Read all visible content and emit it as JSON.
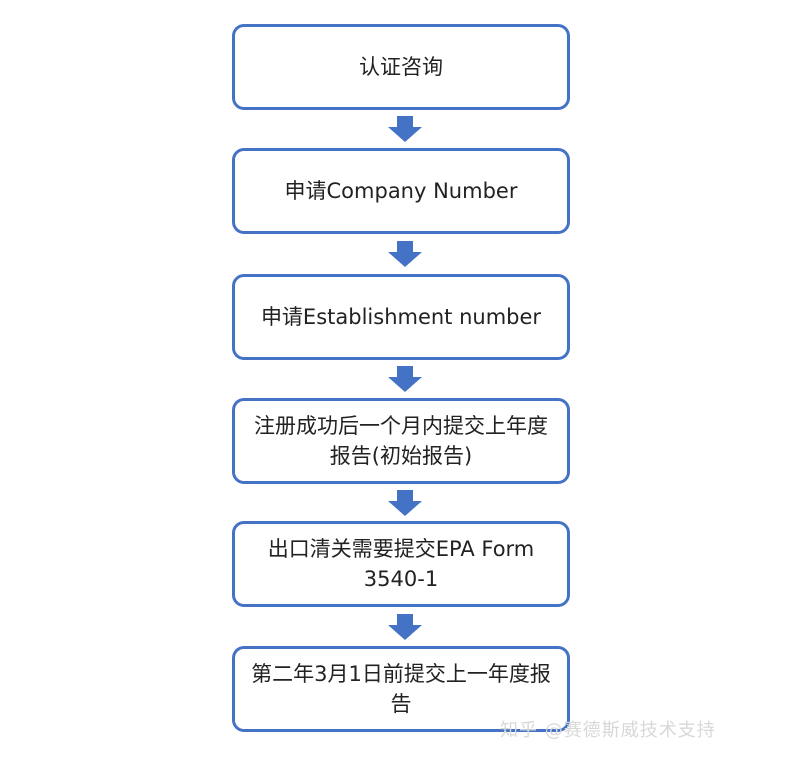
{
  "flow": {
    "steps": [
      {
        "label": "认证咨询"
      },
      {
        "label": "申请Company Number"
      },
      {
        "label": "申请Establishment number"
      },
      {
        "label": "注册成功后一个月内提交上年度报告(初始报告)"
      },
      {
        "label": "出口清关需要提交EPA Form 3540-1"
      },
      {
        "label": "第二年3月1日前提交上一年度报告"
      }
    ]
  },
  "watermark": "知乎 @赛德斯威技术支持",
  "colors": {
    "box_border": "#4472c4",
    "arrow": "#4472c4",
    "text": "#222222",
    "background": "#ffffff"
  }
}
